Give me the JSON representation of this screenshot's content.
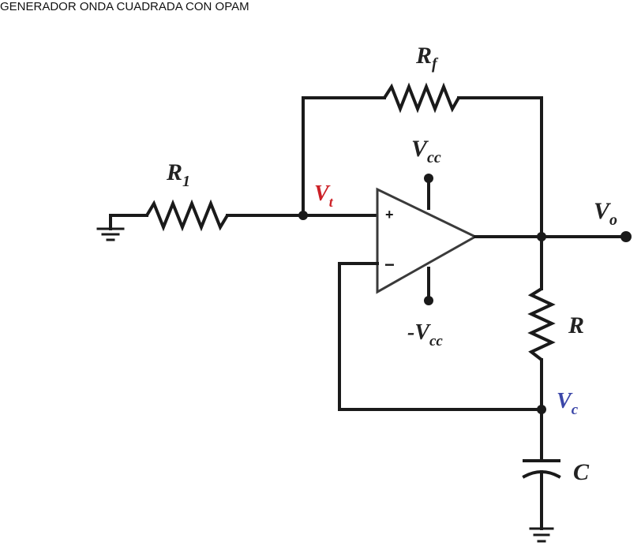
{
  "title": "GENERADOR ONDA CUADRADA CON OPAM",
  "colors": {
    "wire": "#1a1a1a",
    "label": "#222222",
    "vt_label": "#cc2026",
    "vc_label": "#3b46a8"
  },
  "labels": {
    "rf": {
      "main": "R",
      "sub": "f"
    },
    "r1": {
      "main": "R",
      "sub": "1"
    },
    "vcc_pos": {
      "main": "V",
      "sub": "cc"
    },
    "vcc_neg": {
      "main": "-V",
      "sub": "cc"
    },
    "vt": {
      "main": "V",
      "sub": "t"
    },
    "vo": {
      "main": "V",
      "sub": "o"
    },
    "r": "R",
    "vc": {
      "main": "V",
      "sub": "c"
    },
    "c": "C",
    "plus": "+",
    "minus": "−"
  },
  "components": [
    {
      "id": "R1",
      "type": "resistor"
    },
    {
      "id": "Rf",
      "type": "resistor"
    },
    {
      "id": "R",
      "type": "resistor"
    },
    {
      "id": "C",
      "type": "capacitor"
    },
    {
      "id": "OPAMP",
      "type": "operational-amplifier"
    },
    {
      "id": "GND1",
      "type": "ground"
    },
    {
      "id": "GND2",
      "type": "ground"
    }
  ]
}
